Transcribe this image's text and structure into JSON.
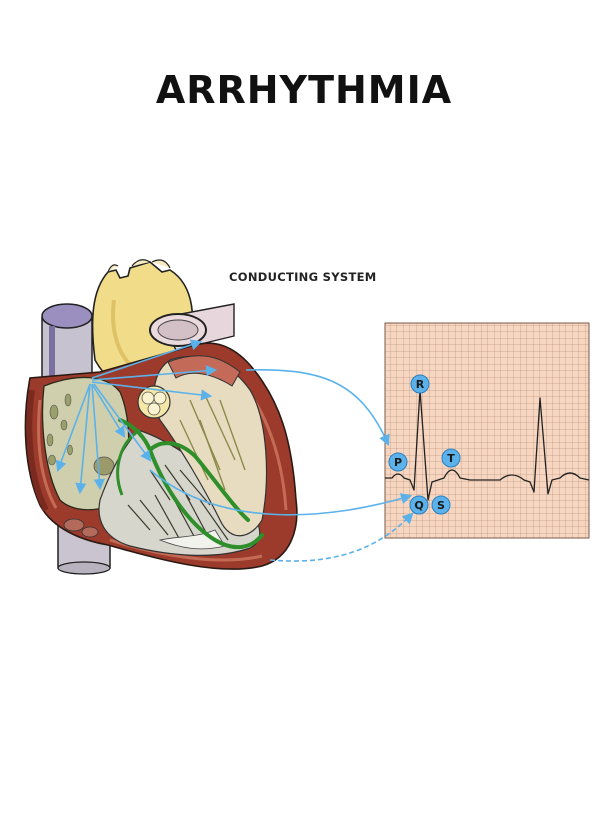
{
  "title": "ARRHYTHMIA",
  "subtitle": "CONDUCTING SYSTEM",
  "ecg": {
    "labels": {
      "p": "P",
      "q": "Q",
      "r": "R",
      "s": "S",
      "t": "T"
    }
  },
  "colors": {
    "arrow": "#5bb2ea",
    "grid_bg": "#f6d6c0",
    "grid_line": "#9a7461",
    "conduction": "#2f8f2a",
    "muscle": "#9c3b2c",
    "aorta": "#f1dc8a"
  }
}
